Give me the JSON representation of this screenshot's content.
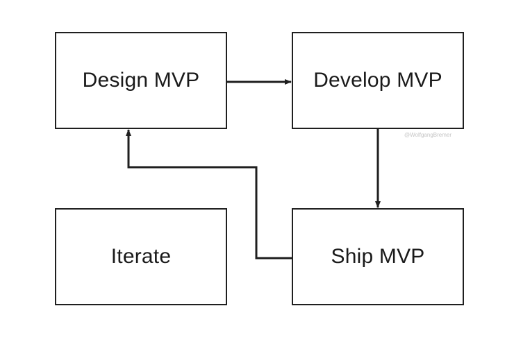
{
  "diagram": {
    "nodes": {
      "design": "Design MVP",
      "develop": "Develop MVP",
      "iterate": "Iterate",
      "ship": "Ship MVP"
    },
    "edges": [
      {
        "from": "design",
        "to": "develop"
      },
      {
        "from": "develop",
        "to": "ship"
      },
      {
        "from": "ship",
        "to": "design"
      }
    ],
    "watermark": "@WolfgangBremer",
    "colors": {
      "stroke": "#1f1f1f",
      "text": "#1a1a1a",
      "background": "#ffffff"
    }
  }
}
